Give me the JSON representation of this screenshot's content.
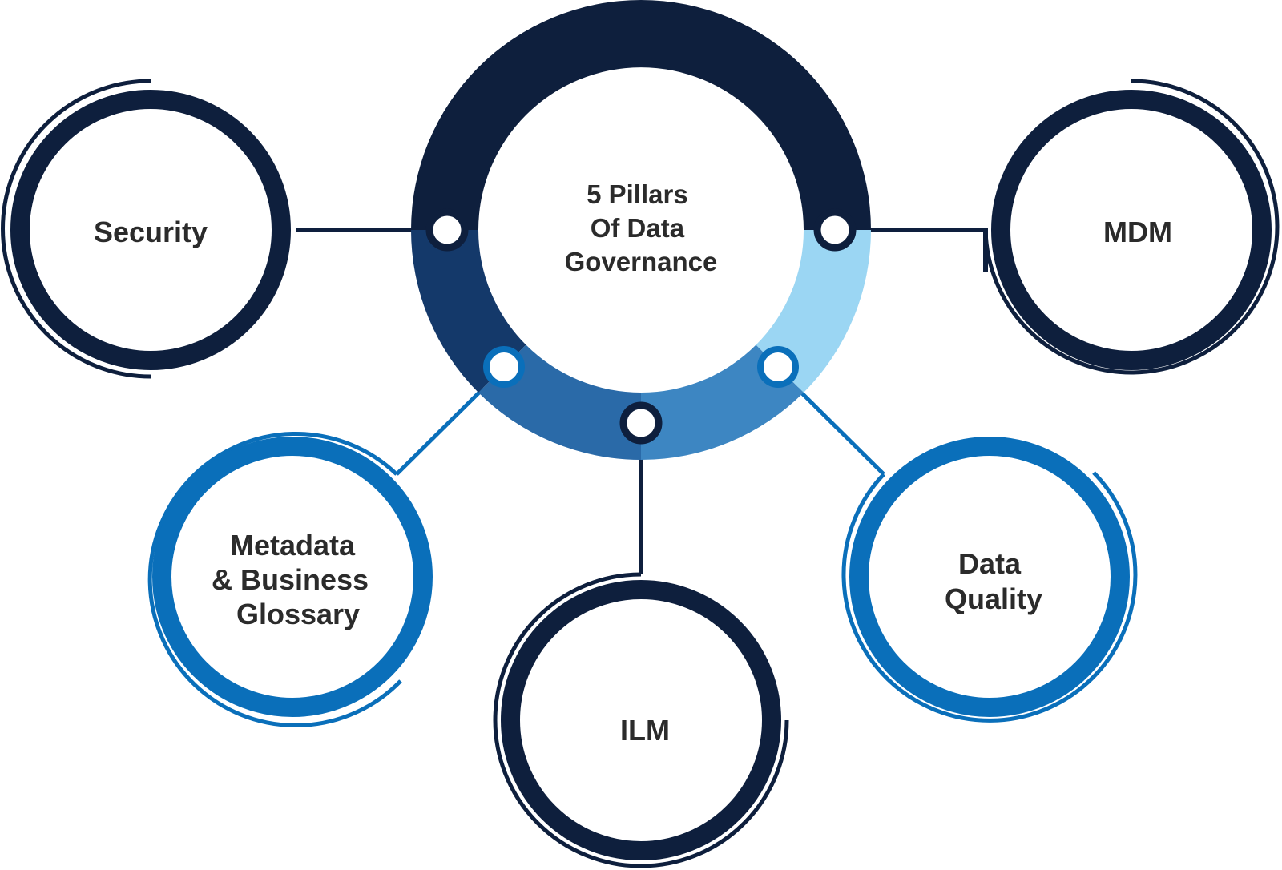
{
  "center": {
    "title_lines": [
      "5 Pillars",
      "Of Data",
      "Governance"
    ]
  },
  "pillars": {
    "security": {
      "lines": [
        "Security"
      ]
    },
    "mdm": {
      "lines": [
        "MDM"
      ]
    },
    "metadata": {
      "lines": [
        "Metadata",
        "& Business",
        "Glossary"
      ]
    },
    "ilm": {
      "lines": [
        "ILM"
      ]
    },
    "data_quality": {
      "lines": [
        "Data",
        "Quality"
      ]
    }
  },
  "colors": {
    "navy": "#0e1f3d",
    "navy_mid": "#14396a",
    "blue": "#2a6aa8",
    "steel_blue": "#3d86c2",
    "light_blue": "#9bd6f3",
    "accent_blue": "#0a6fba"
  }
}
